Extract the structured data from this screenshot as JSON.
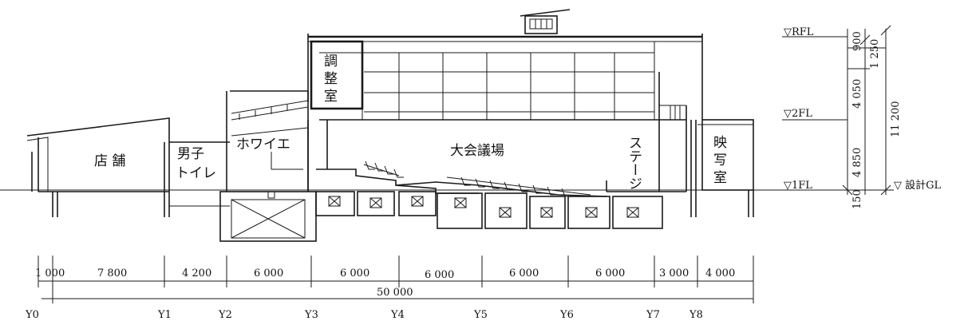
{
  "rooms": {
    "shop": "店 舗",
    "toilet_1": "男子",
    "toilet_2": "トイレ",
    "foyer": "ホワイエ",
    "control_1": "調",
    "control_2": "整",
    "control_3": "室",
    "hall": "大会議場",
    "stage": "ステージ",
    "projection_1": "映",
    "projection_2": "写",
    "projection_3": "室"
  },
  "levels": {
    "rfl": "▽RFL",
    "fl2": "▽2FL",
    "fl1": "▽1FL",
    "gl": "▽ 設計GL"
  },
  "vertical_dims": [
    "900",
    "1 250",
    "4 050",
    "11 200",
    "4 850",
    "150"
  ],
  "horizontal_dims": [
    "1 000",
    "7 800",
    "4 200",
    "6 000",
    "6 000",
    "6 000",
    "6 000",
    "6 000",
    "3 000",
    "4 000"
  ],
  "total_dim": "50 000",
  "grid_lines": [
    "Y0",
    "Y1",
    "Y2",
    "Y3",
    "Y4",
    "Y5",
    "Y6",
    "Y7",
    "Y8"
  ]
}
